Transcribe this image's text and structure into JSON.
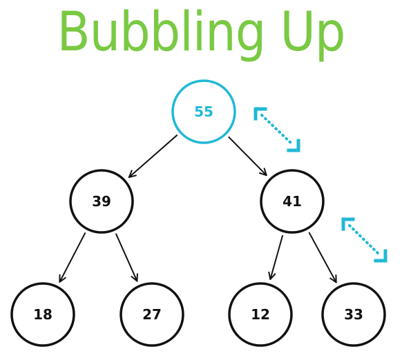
{
  "title": "Bubbling Up",
  "colors": {
    "title": "#7ac943",
    "highlight": "#21b8d6",
    "default": "#111111"
  },
  "nodes": [
    {
      "id": "n55",
      "label": "55",
      "highlight": true
    },
    {
      "id": "n39",
      "label": "39",
      "highlight": false
    },
    {
      "id": "n41",
      "label": "41",
      "highlight": false
    },
    {
      "id": "n18",
      "label": "18",
      "highlight": false
    },
    {
      "id": "n27",
      "label": "27",
      "highlight": false
    },
    {
      "id": "n12",
      "label": "12",
      "highlight": false
    },
    {
      "id": "n33",
      "label": "33",
      "highlight": false
    }
  ],
  "edges": [
    {
      "from": "n55",
      "to": "n39"
    },
    {
      "from": "n55",
      "to": "n41"
    },
    {
      "from": "n39",
      "to": "n18"
    },
    {
      "from": "n39",
      "to": "n27"
    },
    {
      "from": "n41",
      "to": "n12"
    },
    {
      "from": "n41",
      "to": "n33"
    }
  ],
  "swaps": [
    {
      "between": [
        "n55",
        "n41"
      ]
    },
    {
      "between": [
        "n41",
        "n33"
      ]
    }
  ]
}
